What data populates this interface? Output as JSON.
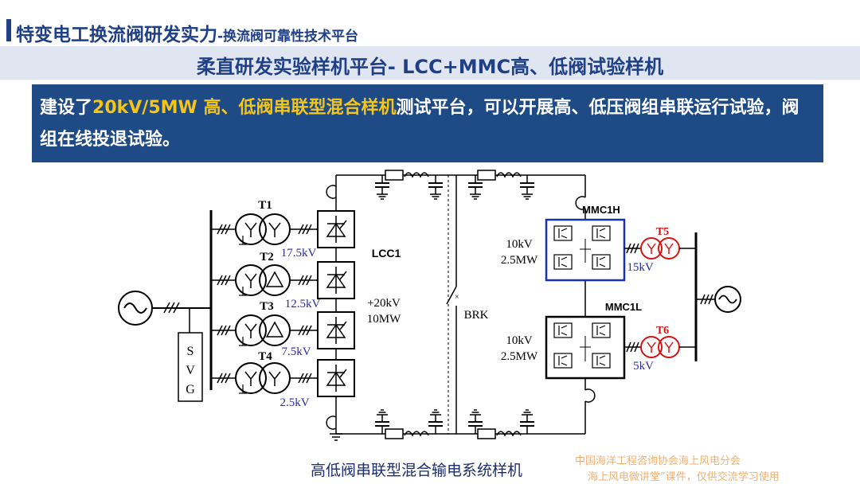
{
  "header": {
    "title": "特变电工换流阀研发实力",
    "subtitle": "-换流阀可靠性技术平台"
  },
  "subheader": "柔直研发实验样机平台- LCC+MMC高、低阀试验样机",
  "banner": {
    "pre": "建设了",
    "highlight": "20kV/5MW 高、低阀串联型混合样机",
    "post": "测试平台，可以开展高、低压阀组串联运行试验，阀组在线投退试验。"
  },
  "diagram": {
    "transformers": [
      {
        "label": "T1",
        "voltage": "17.5kV"
      },
      {
        "label": "T2",
        "voltage": "12.5kV"
      },
      {
        "label": "T3",
        "voltage": "7.5kV"
      },
      {
        "label": "T4",
        "voltage": "2.5kV"
      }
    ],
    "svg_chars": [
      "S",
      "V",
      "G"
    ],
    "lcc_label": "LCC1",
    "lcc_rating": [
      "+20kV",
      "10MW"
    ],
    "breaker_label": "BRK",
    "mmc_high": {
      "label": "MMC1H",
      "rating": [
        "10kV",
        "2.5MW"
      ],
      "color": "#1a2fb8"
    },
    "mmc_low": {
      "label": "MMC1L",
      "rating": [
        "10kV",
        "2.5MW"
      ]
    },
    "t5": {
      "label": "T5",
      "voltage": "15kV"
    },
    "t6": {
      "label": "T6",
      "voltage": "5kV"
    },
    "caption": "高低阀串联型混合输电系统样机",
    "colors": {
      "voltage_text": "#2a2f9a",
      "transformer_red": "#d21414",
      "line": "#000000"
    }
  },
  "watermark": {
    "line1": "中国海洋工程咨询协会海上风电分会",
    "line2": "海上风电微讲堂”课件，仅供交流学习使用"
  }
}
